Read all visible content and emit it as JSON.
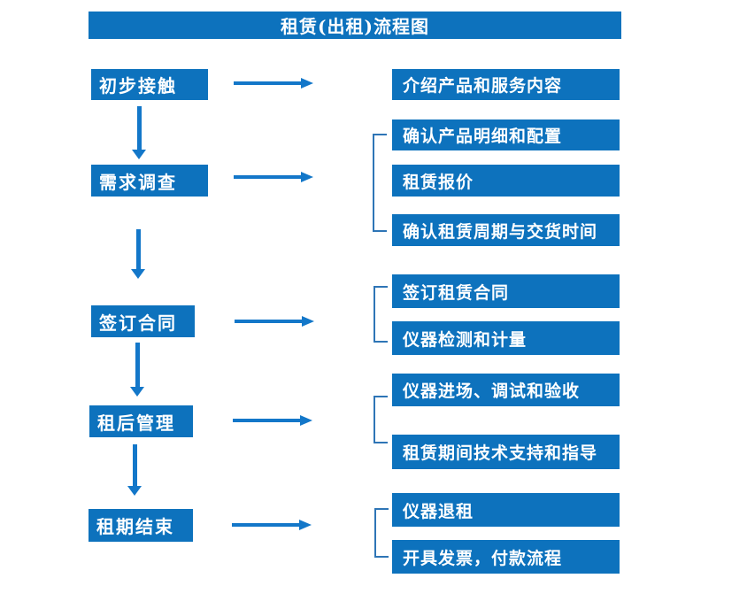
{
  "title": "租赁(出租)流程图",
  "steps": [
    {
      "label": "初步接触",
      "outputs": [
        "介绍产品和服务内容"
      ]
    },
    {
      "label": "需求调查",
      "outputs": [
        "确认产品明细和配置",
        "租赁报价",
        "确认租赁周期与交货时间"
      ]
    },
    {
      "label": "签订合同",
      "outputs": [
        "签订租赁合同",
        "仪器检测和计量"
      ]
    },
    {
      "label": "租后管理",
      "outputs": [
        "仪器进场、调试和验收",
        "租赁期间技术支持和指导"
      ]
    },
    {
      "label": "租期结束",
      "outputs": [
        "仪器退租",
        "开具发票，付款流程"
      ]
    }
  ],
  "colors": {
    "box_blue": "#0d72bd",
    "arrow_blue": "#1377c9",
    "bracket_blue": "#2e75b6",
    "text": "#ffffff",
    "background": "#ffffff"
  }
}
